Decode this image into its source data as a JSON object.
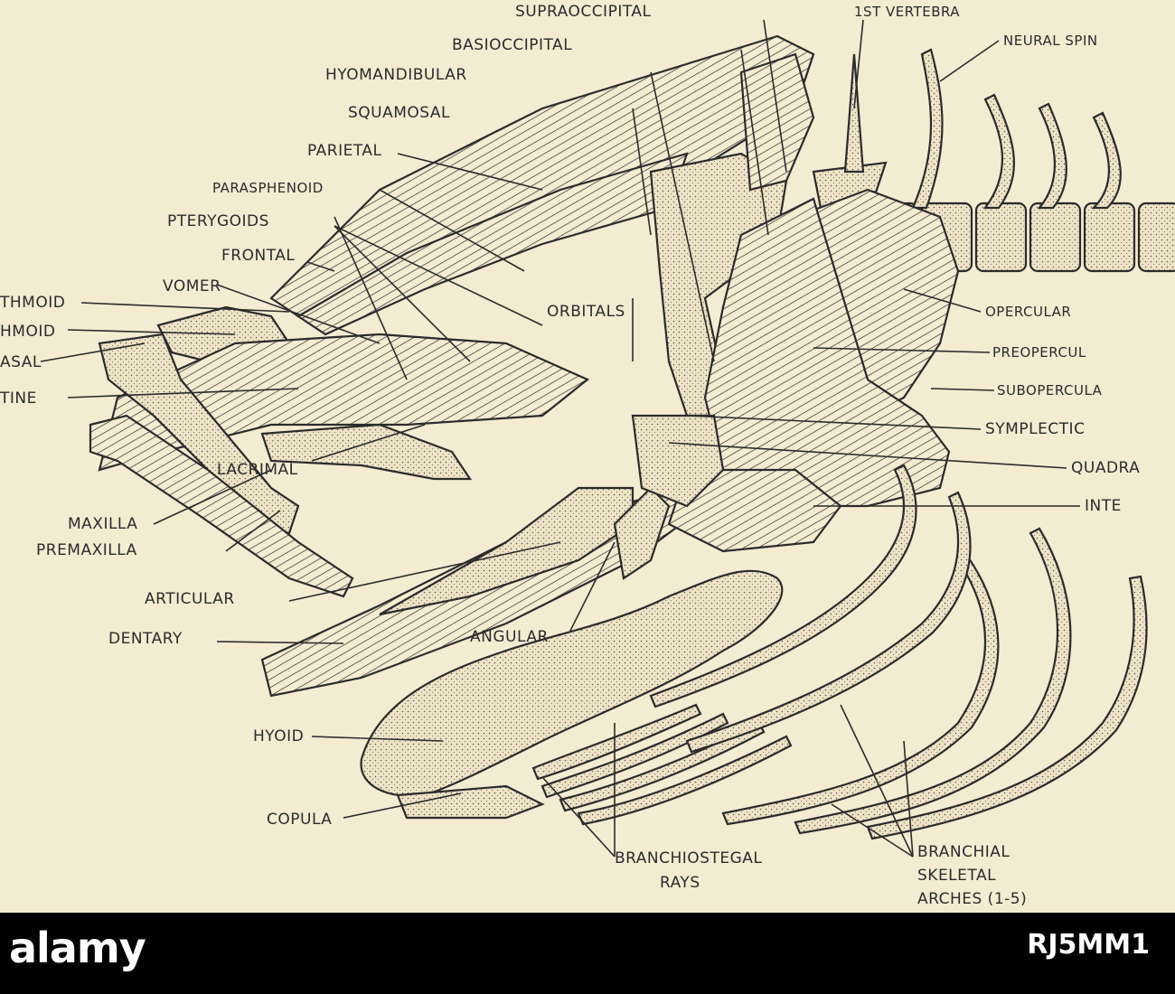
{
  "labels": {
    "supraoccipital": "SUPRAOCCIPITAL",
    "first_vertebra": "1ST VERTEBRA",
    "neural_spine": "NEURAL SPIN",
    "basioccipital": "BASIOCCIPITAL",
    "hyomandibular": "HYOMANDIBULAR",
    "squamosal": "SQUAMOSAL",
    "parietal": "PARIETAL",
    "parasphenoid": "PARASPHENOID",
    "pterygoids": "PTERYGOIDS",
    "frontal": "FRONTAL",
    "vomer": "VOMER",
    "ethmoid_1": "THMOID",
    "ethmoid_2": "HMOID",
    "nasal": "ASAL",
    "palatine": "TINE",
    "orbitals": "ORBITALS",
    "opercular": "OPERCULAR",
    "preopercular": "PREOPERCUL",
    "subopercular": "SUBOPERCULA",
    "symplectic": "SYMPLECTIC",
    "quadrate": "QUADRA",
    "interhyal": "INTE",
    "lacrimal": "LACRIMAL",
    "maxilla": "MAXILLA",
    "premaxilla": "PREMAXILLA",
    "articular": "ARTICULAR",
    "dentary": "DENTARY",
    "angular": "ANGULAR",
    "hyoid": "HYOID",
    "copula": "COPULA",
    "branchiostegal_1": "BRANCHIOSTEGAL",
    "branchiostegal_2": "RAYS",
    "branchial_1": "BRANCHIAL",
    "branchial_2": "SKELETAL",
    "branchial_3": "ARCHES (1-5)"
  },
  "watermark": {
    "brand": "alamy",
    "image_id": "RJ5MM1"
  }
}
